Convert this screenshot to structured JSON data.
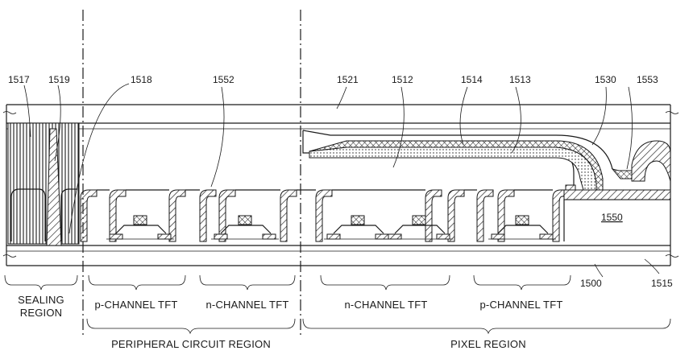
{
  "reference_numerals": {
    "n1517": "1517",
    "n1519": "1519",
    "n1518": "1518",
    "n1552": "1552",
    "n1521": "1521",
    "n1512": "1512",
    "n1514": "1514",
    "n1513": "1513",
    "n1530": "1530",
    "n1553": "1553",
    "n1550": "1550",
    "n1500": "1500",
    "n1515": "1515"
  },
  "region_labels": {
    "sealing_line1": "SEALING",
    "sealing_line2": "REGION",
    "peripheral_p": "p-CHANNEL TFT",
    "peripheral_n": "n-CHANNEL TFT",
    "pixel_n": "n-CHANNEL TFT",
    "pixel_p": "p-CHANNEL TFT",
    "peripheral_circuit": "PERIPHERAL CIRCUIT REGION",
    "pixel_region": "PIXEL REGION"
  }
}
